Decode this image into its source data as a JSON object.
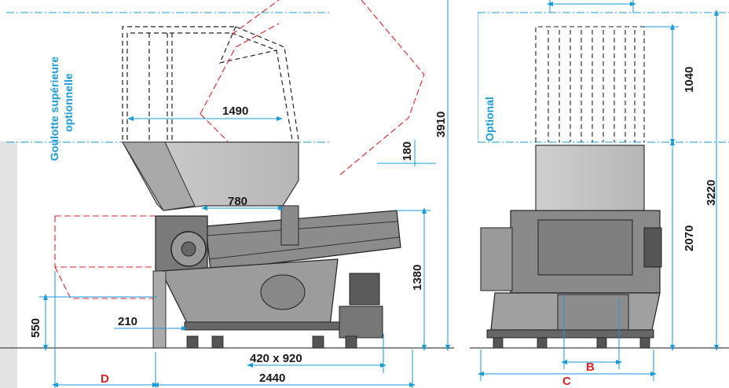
{
  "colors": {
    "dimension_line": "#1a9ad6",
    "optional_outline": "#e02020",
    "machine_body": "#9a9a9a",
    "machine_dark": "#3a3a3a",
    "text": "#1a1a1a"
  },
  "side_view": {
    "chute_label_line1": "Goulotte supérieure",
    "chute_label_line2": "optionnelle",
    "dimensions": {
      "hopper_width": "1490",
      "inner_width": "780",
      "overall_height": "3910",
      "chute_offset": "180",
      "feed_height": "1380",
      "table_height": "550",
      "base_offset": "210",
      "motor_footprint": "420 x 920",
      "overall_length": "2440",
      "d_label": "D"
    }
  },
  "front_view": {
    "optional_label": "Optional",
    "dimensions": {
      "chute_height": "1040",
      "machine_height": "2070",
      "total_height": "3220",
      "b_label": "B",
      "c_label": "C"
    }
  }
}
